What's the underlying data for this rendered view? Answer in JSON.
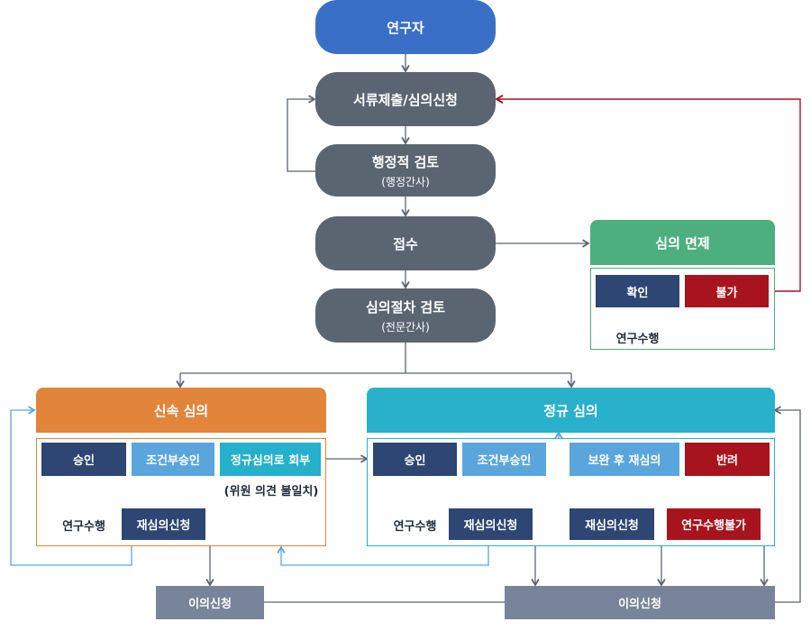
{
  "flow": {
    "researcher": "연구자",
    "submit": "서류제출/심의신청",
    "admin_review": "행정적 검토",
    "admin_review_sub": "(행정간사)",
    "receipt": "접수",
    "procedure_review": "심의절차 검토",
    "procedure_review_sub": "(전문간사)"
  },
  "exemption": {
    "title": "심의 면제",
    "confirm": "확인",
    "reject": "불가",
    "result": "연구수행"
  },
  "expedited": {
    "title": "신속 심의",
    "approve": "승인",
    "conditional": "조건부승인",
    "to_regular": "정규심의로 회부",
    "to_regular_note": "(위원 의견 불일치)",
    "approve_result": "연구수행",
    "re_review": "재심의신청",
    "objection": "이의신청"
  },
  "regular": {
    "title": "정규 심의",
    "approve": "승인",
    "conditional": "조건부승인",
    "supplement": "보완 후 재심의",
    "rejected": "반려",
    "approve_result": "연구수행",
    "re_review": "재심의신청",
    "supplement_re_review": "재심의신청",
    "rejected_result": "연구수행불가",
    "objection": "이의신청"
  },
  "colors": {
    "arrow": "#5b6572",
    "red_arrow": "#a8141e",
    "blue_arrow": "#5aa6dc",
    "navy": "#2d4673"
  }
}
